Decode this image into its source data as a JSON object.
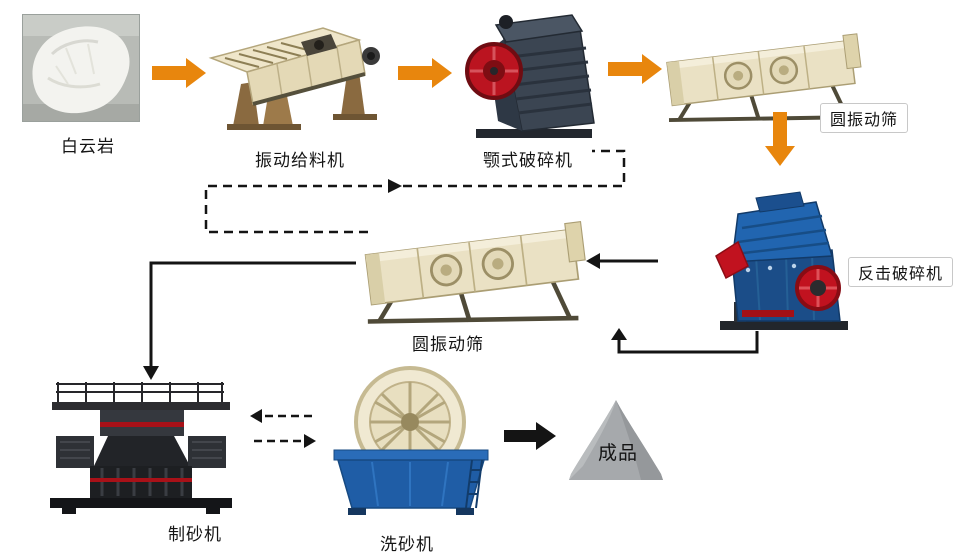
{
  "diagram": {
    "type": "process-flow",
    "subject": "sand making production line",
    "labels": {
      "rock": "白云岩",
      "feeder": "振动给料机",
      "jaw_crusher": "颚式破碎机",
      "screen_top": "圆振动筛",
      "impact_crusher": "反击破碎机",
      "screen_mid": "圆振动筛",
      "sand_maker": "制砂机",
      "sand_washer": "洗砂机",
      "product": "成品"
    },
    "flow": [
      {
        "from": "白云岩",
        "to": "振动给料机",
        "style": "orange-solid-arrow"
      },
      {
        "from": "振动给料机",
        "to": "颚式破碎机",
        "style": "orange-solid-arrow"
      },
      {
        "from": "颚式破碎机",
        "to": "圆振动筛",
        "style": "orange-solid-arrow"
      },
      {
        "from": "圆振动筛",
        "to": "反击破碎机",
        "style": "orange-solid-arrow"
      },
      {
        "from": "反击破碎机",
        "to": "圆振动筛",
        "style": "black-solid-arrow"
      },
      {
        "from": "反击破碎机",
        "to": "圆振动筛",
        "style": "black-solid-elbow-arrow"
      },
      {
        "from": "圆振动筛",
        "to": "制砂机",
        "style": "black-solid-elbow-arrow"
      },
      {
        "from": "圆振动筛",
        "to": "颚式破碎机",
        "style": "black-dashed-return"
      },
      {
        "from": "洗砂机",
        "to": "制砂机",
        "style": "black-dashed-arrow"
      },
      {
        "from": "制砂机",
        "to": "洗砂机",
        "style": "black-dashed-arrow"
      },
      {
        "from": "洗砂机",
        "to": "成品",
        "style": "black-solid-arrow"
      }
    ],
    "colors": {
      "arrow_orange": "#e8860d",
      "arrow_black": "#141414",
      "machine_cream": "#eae1c4",
      "machine_blue": "#1f5da6",
      "machine_dark": "#23262b",
      "accent_red": "#c1121f",
      "product_gray": "#a6a9ac"
    }
  }
}
